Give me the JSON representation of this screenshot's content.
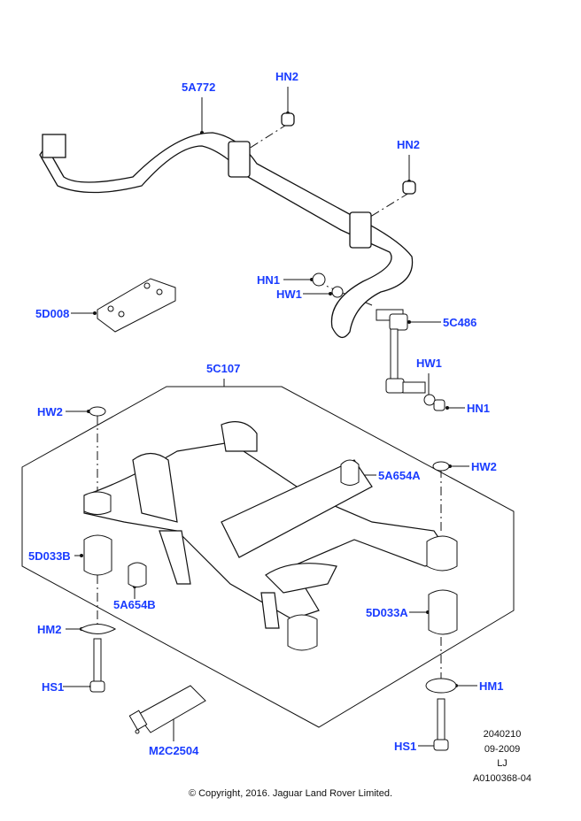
{
  "callouts": {
    "anti_roll_bar": "5A772",
    "nut_hn2_left": "HN2",
    "nut_hn2_right": "HN2",
    "nut_hn1_upper": "HN1",
    "washer_hw1_upper": "HW1",
    "plate": "5D008",
    "link": "5C486",
    "subframe": "5C107",
    "washer_hw1_lower": "HW1",
    "nut_hn1_lower": "HN1",
    "washer_hw2_left": "HW2",
    "washer_hw2_right": "HW2",
    "bush_a": "5A654A",
    "mount_b": "5D033B",
    "bush_b": "5A654B",
    "mount_a": "5D033A",
    "plate_hm2": "HM2",
    "plate_hm1": "HM1",
    "bolt_hs1_left": "HS1",
    "bolt_hs1_right": "HS1",
    "compound": "M2C2504"
  },
  "info": {
    "code": "2040210",
    "date": "09-2009",
    "initials": "LJ",
    "ref": "A0100368-04"
  },
  "copyright": "© Copyright, 2016. Jaguar Land Rover Limited.",
  "colors": {
    "callout": "#1a3cff",
    "line": "#111111"
  }
}
